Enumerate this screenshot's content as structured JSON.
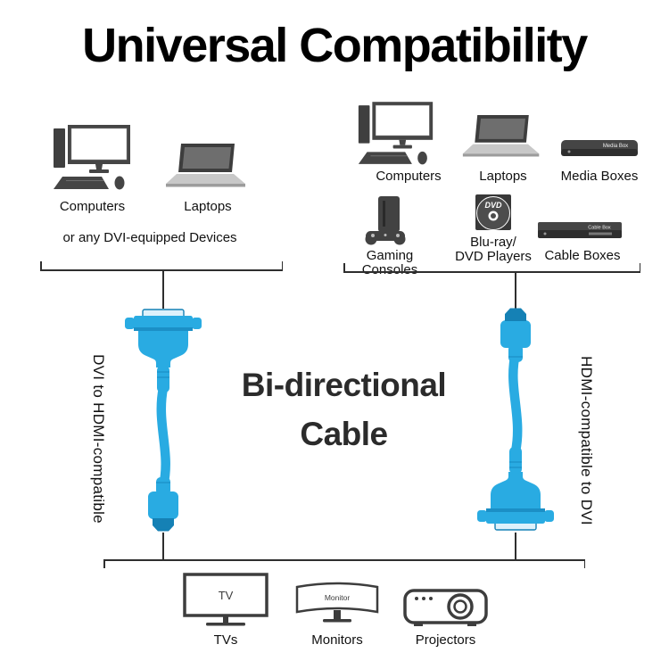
{
  "title": "Universal Compatibility",
  "left_group": {
    "computers": "Computers",
    "laptops": "Laptops",
    "note": "or any DVI-equipped Devices"
  },
  "right_group": {
    "computers": "Computers",
    "laptops": "Laptops",
    "media_boxes": "Media Boxes",
    "gaming_consoles": "Gaming Consoles",
    "bluray_line1": "Blu-ray/",
    "bluray_line2": "DVD Players",
    "cable_boxes": "Cable Boxes"
  },
  "center_label": {
    "line1": "Bi-directional",
    "line2": "Cable"
  },
  "cables": {
    "left_vertical_label": "DVI to HDMI-compatible",
    "right_vertical_label": "HDMI-compatible to DVI"
  },
  "bottom_group": {
    "tvs": "TVs",
    "monitors": "Monitors",
    "projectors": "Projectors"
  },
  "icon_text": {
    "media_box": "Media Box",
    "cable_box": "Cable Box",
    "dvd": "DVD",
    "tv": "TV",
    "monitor": "Monitor"
  },
  "colors": {
    "cable_blue": "#29abe2",
    "cable_blue_dark": "#1581b5",
    "device_gray": "#454545",
    "text_color": "#1a1a1a"
  }
}
